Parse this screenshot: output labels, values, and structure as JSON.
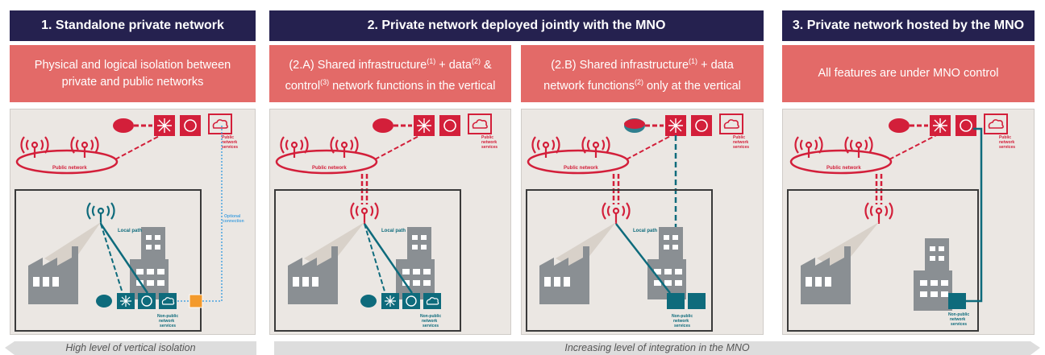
{
  "headers": {
    "h1": "1. Standalone private network",
    "h2": "2. Private network deployed jointly with the MNO",
    "h3": "3. Private network hosted by the MNO"
  },
  "boxes": {
    "b1": "Physical and logical isolation between private and public networks",
    "b2a_p1": "(2.A) Shared infrastructure",
    "b2a_s1": "(1)",
    "b2a_p2": " + data",
    "b2a_s2": "(2)",
    "b2a_p3": " & control",
    "b2a_s3": "(3)",
    "b2a_p4": " network functions in the vertical",
    "b2b_p1": "(2.B) Shared infrastructure",
    "b2b_s1": "(1)",
    "b2b_p2": " + data network functions",
    "b2b_s2": "(2)",
    "b2b_p3": " only at the vertical",
    "b3": "All features are under MNO control"
  },
  "diagram_labels": {
    "public_network": "Public network",
    "public_services": [
      "Public",
      "network",
      "services"
    ],
    "local_path": "Local path",
    "nonpublic_services": [
      "Non-public",
      "network",
      "services"
    ],
    "optional": [
      "Optional",
      "connection"
    ]
  },
  "arrows": {
    "left": "High level of vertical isolation",
    "right": "Increasing level of integration in the MNO"
  },
  "colors": {
    "navy": "#25214f",
    "red_box": "#e36a68",
    "accent_red": "#d31f3a",
    "teal": "#0e6b7c",
    "panel_bg": "#ebe7e3",
    "optional_blue": "#4aa3df",
    "firewall_orange": "#f39a2c"
  }
}
